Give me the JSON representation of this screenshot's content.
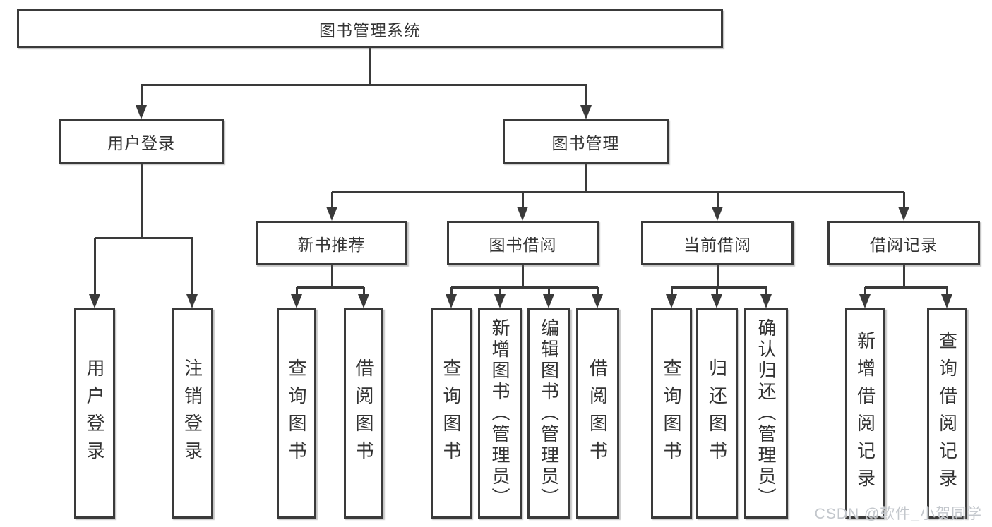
{
  "nodes": {
    "root": "图书管理系统",
    "user_login": "用户登录",
    "book_mgmt": "图书管理",
    "new_book_rec": "新书推荐",
    "book_borrow": "图书借阅",
    "current_borrow": "当前借阅",
    "borrow_records": "借阅记录",
    "leaf_user_login": "用户登录",
    "leaf_logout": "注销登录",
    "rec_query_book": "查询图书",
    "rec_borrow_book": "借阅图书",
    "bb_query_book": "查询图书",
    "bb_add_book": "新增图书（管理员）",
    "bb_edit_book": "编辑图书（管理员）",
    "bb_borrow_book": "借阅图书",
    "cb_query_book": "查询图书",
    "cb_return_book": "归还图书",
    "cb_confirm_return": "确认归还（管理员）",
    "br_add_record": "新增借阅记录",
    "br_query_record": "查询借阅记录"
  },
  "colors": {
    "line": "#3a3a3a",
    "text": "#333333",
    "watermark": "#c3c7cc",
    "background": "#ffffff"
  },
  "watermark": "CSDN @软件_小贺同学"
}
